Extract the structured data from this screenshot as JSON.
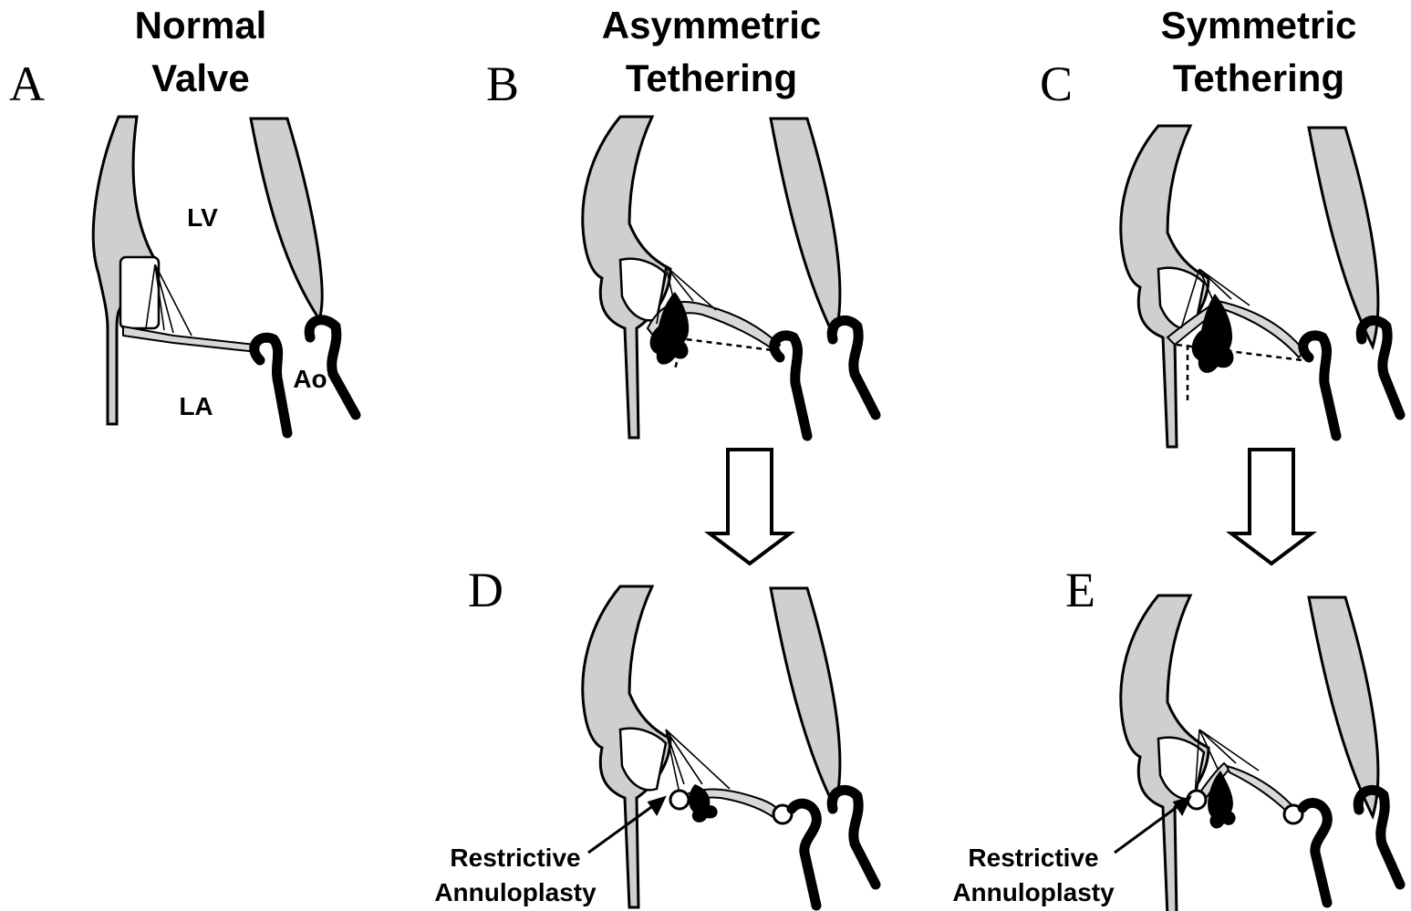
{
  "panels": [
    {
      "id": "A",
      "letter": "A",
      "title_line1": "Normal",
      "title_line2": "Valve"
    },
    {
      "id": "B",
      "letter": "B",
      "title_line1": "Asymmetric",
      "title_line2": "Tethering"
    },
    {
      "id": "C",
      "letter": "C",
      "title_line1": "Symmetric",
      "title_line2": "Tethering"
    },
    {
      "id": "D",
      "letter": "D"
    },
    {
      "id": "E",
      "letter": "E"
    }
  ],
  "labels": {
    "lv": "LV",
    "la": "LA",
    "ao": "Ao"
  },
  "callouts": {
    "d": {
      "line1": "Restrictive",
      "line2": "Annuloplasty"
    },
    "e": {
      "line1": "Restrictive",
      "line2": "Annuloplasty"
    }
  },
  "icons": [
    "heart-valve-cross-section",
    "regurgitant-jet",
    "down-arrow",
    "annuloplasty-ring"
  ]
}
